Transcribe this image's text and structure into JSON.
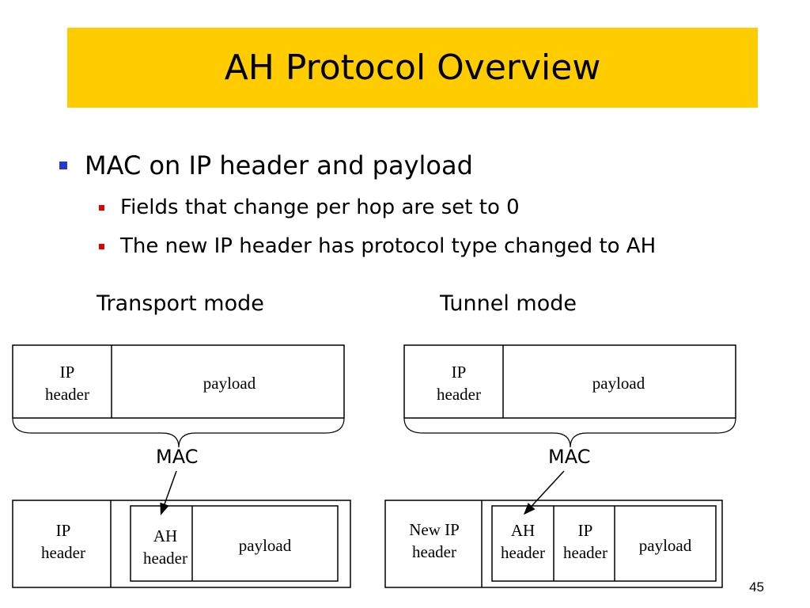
{
  "slide": {
    "title": "AH Protocol Overview",
    "page_number": "45"
  },
  "bullets": {
    "main": "MAC on IP header and payload",
    "sub1": "Fields that change per hop are set to 0",
    "sub2": "The new IP header has protocol type changed to AH"
  },
  "modes": {
    "transport": {
      "label": "Transport mode",
      "top_ip_line1": "IP",
      "top_ip_line2": "header",
      "top_payload": "payload",
      "mac": "MAC",
      "bottom_ip_line1": "IP",
      "bottom_ip_line2": "header",
      "bottom_ah_line1": "AH",
      "bottom_ah_line2": "header",
      "bottom_payload": "payload"
    },
    "tunnel": {
      "label": "Tunnel mode",
      "top_ip_line1": "IP",
      "top_ip_line2": "header",
      "top_payload": "payload",
      "mac": "MAC",
      "bottom_newip_line1": "New IP",
      "bottom_newip_line2": "header",
      "bottom_ah_line1": "AH",
      "bottom_ah_line2": "header",
      "bottom_ip_line1": "IP",
      "bottom_ip_line2": "header",
      "bottom_payload": "payload"
    }
  },
  "colors": {
    "title_bar": "#ffcc00",
    "main_bullet": "#2a38c8",
    "sub_bullet": "#e00000"
  }
}
